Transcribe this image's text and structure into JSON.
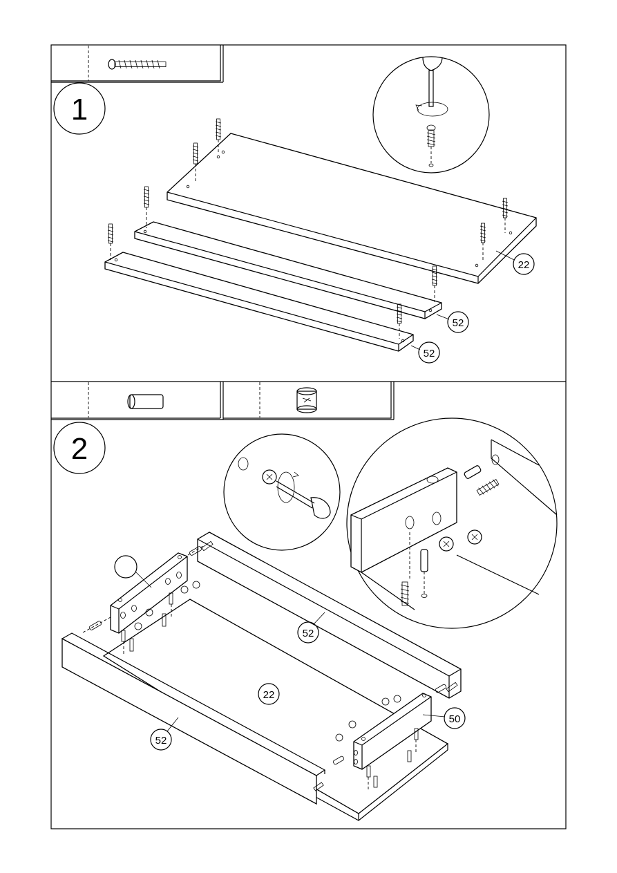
{
  "steps": [
    {
      "number": "1"
    },
    {
      "number": "2"
    }
  ],
  "parts": {
    "step1_top_panel": "22",
    "step1_rail_a": "52",
    "step1_rail_b": "52",
    "step2_panel_right": "52",
    "step2_base": "22",
    "step2_panel_left": "52",
    "step2_bracket": "50",
    "step2_blank": ""
  },
  "hardware": {
    "step1_box": "screw-icon",
    "step2_box_a": "dowel-icon",
    "step2_box_b": "cam-lock-icon"
  },
  "colors": {
    "line": "#000000",
    "background": "#ffffff",
    "screw_highlight": "#e0c040"
  }
}
